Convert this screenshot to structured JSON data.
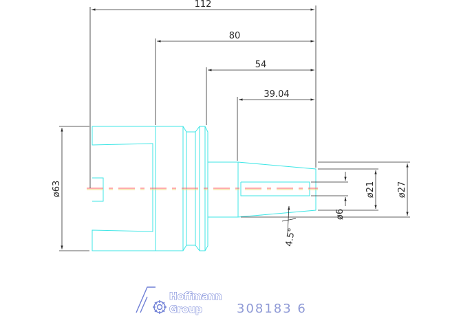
{
  "dimensions": {
    "overall_length": "112",
    "length_2": "80",
    "length_3": "54",
    "bore_depth": "39.04",
    "outer_diameter": "ø63",
    "cone_diameter": "ø27",
    "bore_diameter": "ø21",
    "inner_diameter": "ø6",
    "taper_angle": "4.5°"
  },
  "title_block": {
    "brand_line1": "Hoffmann",
    "brand_line2": "Group",
    "part_number": "308183 6"
  },
  "colors": {
    "outline": "#3ee6e6",
    "dimension": "#2b2b2b",
    "centerline_red": "#ff5a5a",
    "centerline_yellow": "#f0d27a",
    "brand": "#6f7fd6"
  }
}
